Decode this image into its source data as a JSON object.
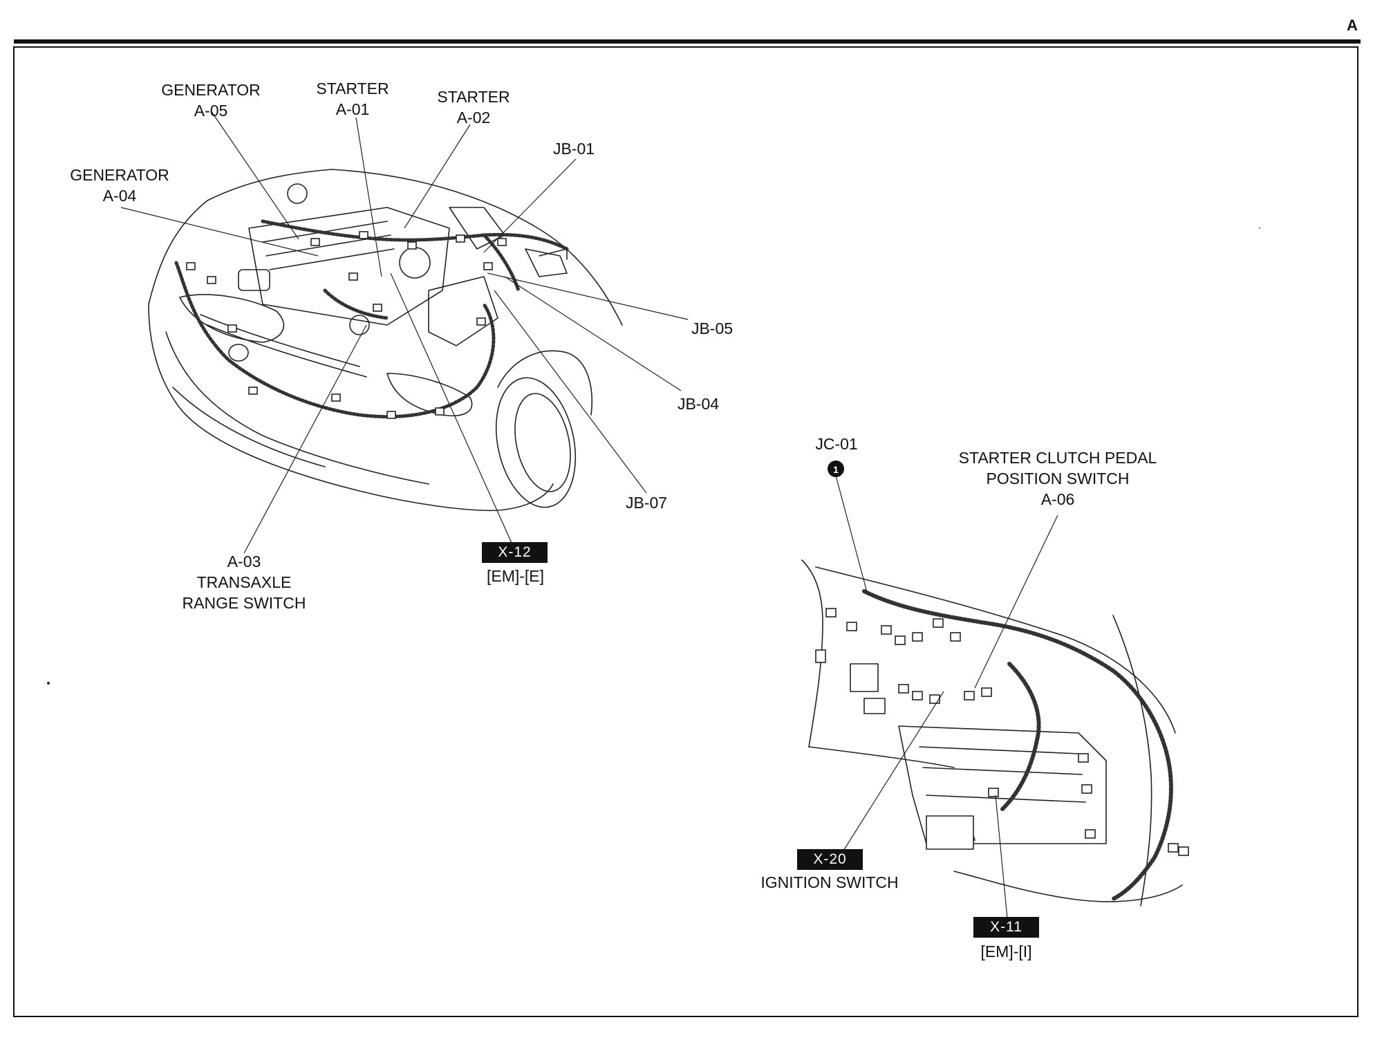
{
  "page": {
    "sheet_letter": "A"
  },
  "engine_bay": {
    "generator_a05": {
      "name": "GENERATOR",
      "code": "A-05"
    },
    "starter_a01": {
      "name": "STARTER",
      "code": "A-01"
    },
    "starter_a02": {
      "name": "STARTER",
      "code": "A-02"
    },
    "generator_a04": {
      "name": "GENERATOR",
      "code": "A-04"
    },
    "jb01": "JB-01",
    "jb05": "JB-05",
    "jb04": "JB-04",
    "jb07": "JB-07",
    "a03": {
      "code": "A-03",
      "line1": "TRANSAXLE",
      "line2": "RANGE SWITCH"
    },
    "x12": {
      "tag": "X-12",
      "ref": "[EM]-[E]"
    }
  },
  "dashboard": {
    "jc01": "JC-01",
    "a06": {
      "line1": "STARTER CLUTCH PEDAL",
      "line2": "POSITION SWITCH",
      "code": "A-06"
    },
    "x20": {
      "tag": "X-20",
      "name": "IGNITION SWITCH"
    },
    "x11": {
      "tag": "X-11",
      "ref": "[EM]-[I]"
    }
  },
  "colors": {
    "ink": "#111111",
    "paper": "#ffffff",
    "tag_bg": "#111111",
    "tag_text": "#ffffff"
  }
}
